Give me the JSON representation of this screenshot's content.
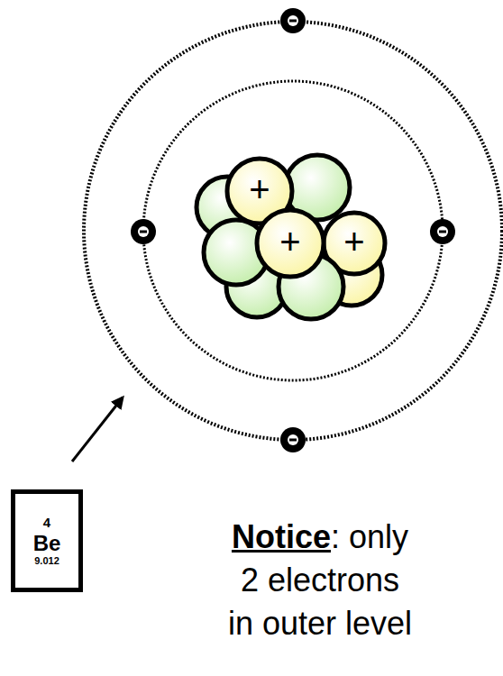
{
  "diagram": {
    "nodes": [
      {
        "text": [
          "4",
          "Be",
          "9.012"
        ]
      }
    ],
    "labels": [
      "+",
      "+",
      "+",
      "Notice",
      ": only 2 electrons in outer level"
    ]
  }
}
